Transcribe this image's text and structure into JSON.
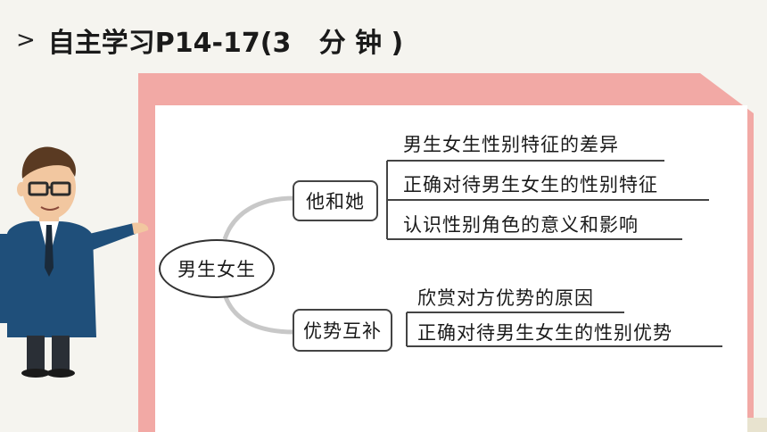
{
  "title": "自主学习P14-17(3   分 钟 )",
  "chevron": ">",
  "mindmap": {
    "center": "男生女生",
    "branches": [
      {
        "label": "他和她",
        "items": [
          "男生女生性别特征的差异",
          "正确对待男生女生的性别特征",
          "认识性别角色的意义和影响"
        ]
      },
      {
        "label": "优势互补",
        "items": [
          "欣赏对方优势的原因",
          "正确对待男生女生的性别优势"
        ]
      }
    ]
  },
  "colors": {
    "frame": "#f2a9a5",
    "suit": "#1f4f7a",
    "background": "#f5f4ef"
  }
}
